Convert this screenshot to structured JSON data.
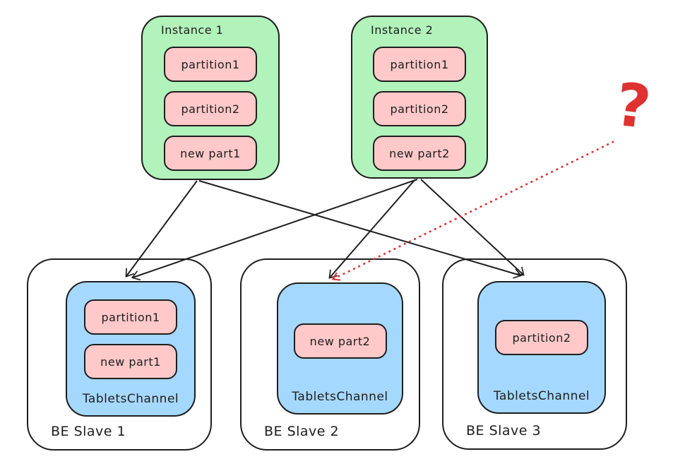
{
  "colors": {
    "background": "#ffffff",
    "instance_fill": "#b2f2bb",
    "partition_fill": "#ffc9c9",
    "channel_fill": "#a5d8ff",
    "stroke": "#1e1e1e",
    "arrow_red": "#e03131"
  },
  "question_mark": "?",
  "instances": [
    {
      "label": "Instance 1",
      "partitions": [
        "partition1",
        "partition2",
        "new part1"
      ]
    },
    {
      "label": "Instance 2",
      "partitions": [
        "partition1",
        "partition2",
        "new part2"
      ]
    }
  ],
  "be_slaves": [
    {
      "label": "BE Slave 1",
      "channel_label": "TabletsChannel",
      "partitions": [
        "partition1",
        "new part1"
      ]
    },
    {
      "label": "BE Slave 2",
      "channel_label": "TabletsChannel",
      "partitions": [
        "new part2"
      ]
    },
    {
      "label": "BE Slave 3",
      "channel_label": "TabletsChannel",
      "partitions": [
        "partition2"
      ]
    }
  ]
}
